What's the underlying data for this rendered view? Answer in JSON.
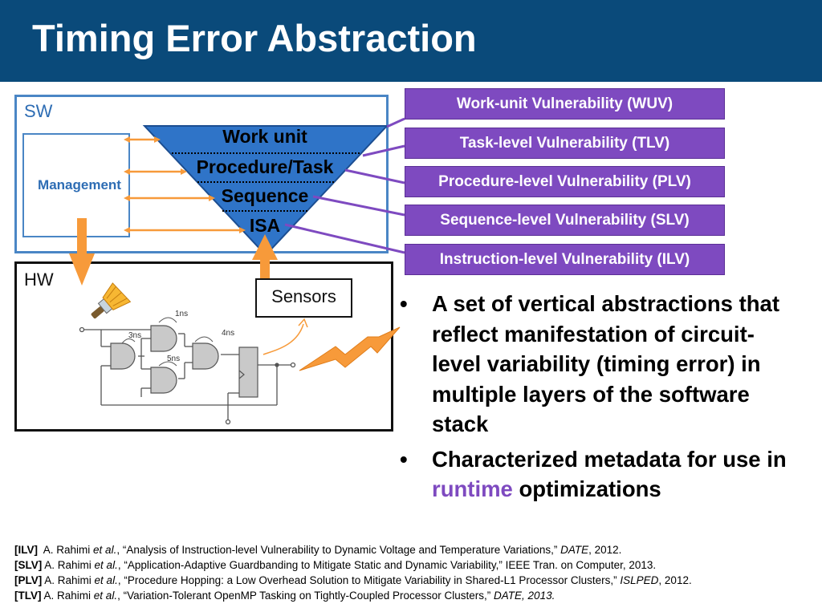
{
  "title": "Timing Error Abstraction",
  "diagram": {
    "sw_label": "SW",
    "hw_label": "HW",
    "management_label": "Management",
    "sensors_label": "Sensors",
    "triangle_layers": [
      "Work unit",
      "Procedure/Task",
      "Sequence",
      "ISA"
    ],
    "gate_delays": [
      "1ns",
      "3ns",
      "4ns",
      "5ns"
    ],
    "vulnerabilities": [
      "Work-unit Vulnerability (WUV)",
      "Task-level Vulnerability (TLV)",
      "Procedure-level Vulnerability (PLV)",
      "Sequence-level Vulnerability (SLV)",
      "Instruction-level Vulnerability (ILV)"
    ],
    "colors": {
      "title_bar": "#0a4a7a",
      "purple": "#7e4ac0",
      "sw_blue": "#4a86c5",
      "triangle": "#2f74c8",
      "orange": "#f79a3a"
    }
  },
  "bullets": [
    {
      "text": "A set of vertical abstractions that reflect manifestation of circuit-level variability (timing error) in multiple layers of the software stack"
    },
    {
      "before": "Characterized metadata for use in ",
      "accent": "runtime",
      "after": " optimizations"
    }
  ],
  "bullet_symbol": "•",
  "references": [
    {
      "tag": "[ILV]",
      "authors": "A. Rahimi",
      "etal": "et al.",
      "text": ", “Analysis of Instruction-level Vulnerability to Dynamic Voltage and Temperature Variations,” ",
      "venue": "DATE",
      "year": ", 2012."
    },
    {
      "tag": "[SLV]",
      "authors": "A. Rahimi",
      "etal": "et al.",
      "text": ", “Application-Adaptive Guardbanding to Mitigate Static and Dynamic Variability,” IEEE Tran. on Computer, 2013.",
      "venue": "",
      "year": ""
    },
    {
      "tag": "[PLV]",
      "authors": "A. Rahimi",
      "etal": "et al.",
      "text": ", “Procedure Hopping: a Low Overhead Solution to Mitigate Variability in Shared-L1 Processor Clusters,” ",
      "venue": "ISLPED",
      "year": ", 2012."
    },
    {
      "tag": "[TLV]",
      "authors": "A. Rahimi",
      "etal": "et al.",
      "text": ", “Variation-Tolerant OpenMP Tasking on Tightly-Coupled Processor Clusters,” ",
      "venue": "DATE, 2013.",
      "year": ""
    }
  ]
}
